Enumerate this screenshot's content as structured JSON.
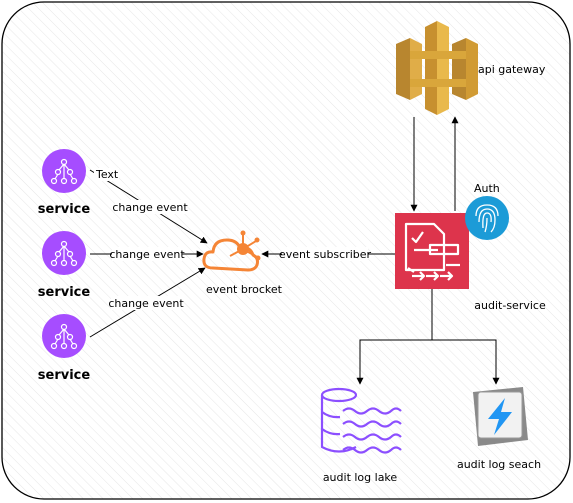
{
  "diagram": {
    "services": [
      {
        "label": "service"
      },
      {
        "label": "service"
      },
      {
        "label": "service"
      }
    ],
    "edge_labels": {
      "text": "Text",
      "change_event_1": "change event",
      "change_event_2": "change event",
      "change_event_3": "change event",
      "event_subscriber": "event subscriber"
    },
    "event_broker": {
      "label": "event brocket"
    },
    "api_gateway": {
      "label": "api gateway"
    },
    "auth": {
      "label": "Auth"
    },
    "audit_service": {
      "label": "audit-service"
    },
    "audit_log_lake": {
      "label": "audit log lake"
    },
    "audit_log_search": {
      "label": "audit log seach"
    },
    "colors": {
      "service": "#a64dff",
      "broker": "#f58536",
      "gateway": "#d9a63b",
      "audit_service": "#dd344c",
      "auth": "#1c9bd7",
      "lake": "#8c4fff",
      "search": "#2196f3"
    }
  }
}
